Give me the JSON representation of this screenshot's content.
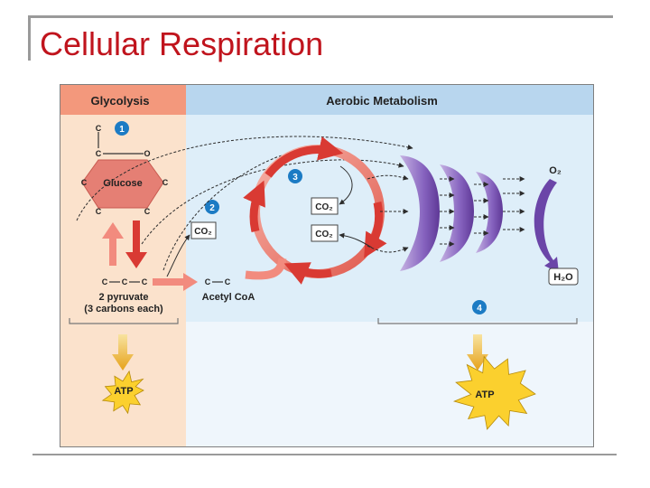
{
  "slide": {
    "title": "Cellular Respiration"
  },
  "diagram": {
    "left_header": "Glycolysis",
    "right_header": "Aerobic Metabolism",
    "steps": [
      "1",
      "2",
      "3",
      "4"
    ],
    "glucose_label": "Glucose",
    "carbon": "C",
    "oxygen": "O",
    "pyruvate_label_1": "2 pyruvate",
    "pyruvate_label_2": "(3 carbons each)",
    "acetyl_label": "Acetyl CoA",
    "co2_label": "CO₂",
    "o2_label": "O₂",
    "h2o_label": "H₂O",
    "atp_label": "ATP",
    "colors": {
      "glycolysis_header": "#f3987c",
      "aerobic_header": "#b8d6ee",
      "glycolysis_bg": "#fbe2cc",
      "aerobic_bg": "#deeef9",
      "step_badge": "#1c7bc4",
      "arrow_red": "#d93a33",
      "membrane_purple": "#7a52b0",
      "atp_star": "#fbd02e"
    }
  }
}
